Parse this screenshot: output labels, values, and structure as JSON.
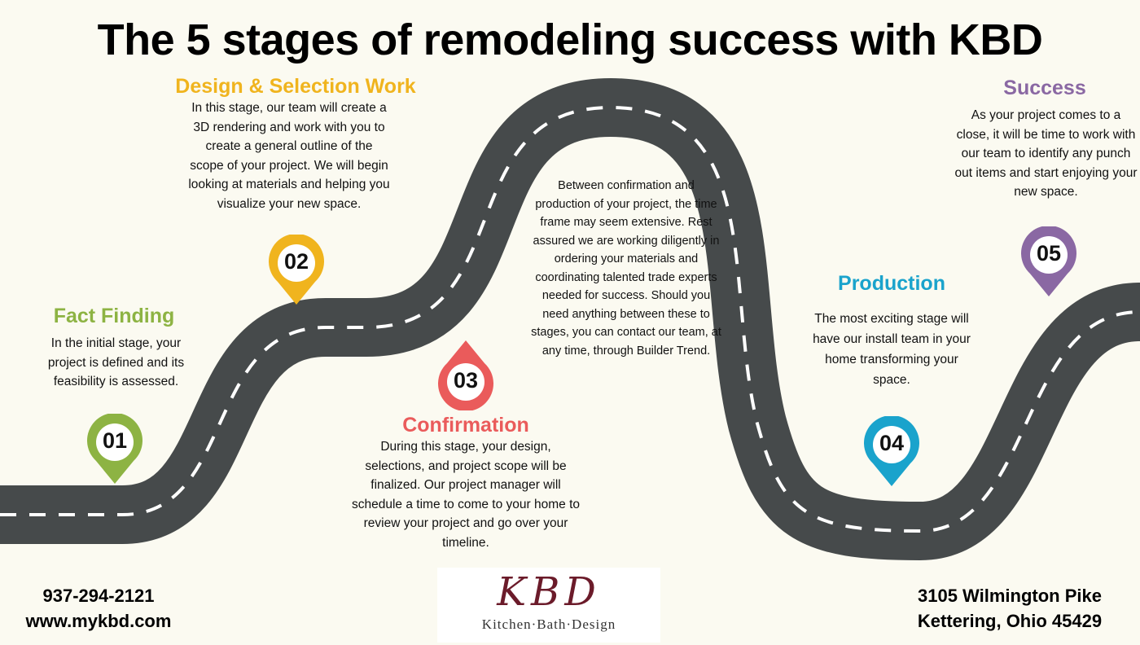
{
  "title": "The 5 stages of remodeling success with KBD",
  "stages": [
    {
      "number": "01",
      "title": "Fact Finding",
      "color": "#8db343",
      "description": "In the initial stage, your project is defined and its feasibility is assessed."
    },
    {
      "number": "02",
      "title": "Design & Selection Work",
      "color": "#f0b41e",
      "description": "In this stage, our team will create a 3D rendering and work with you to create a general outline of the scope of your project. We will begin looking at materials and helping you visualize your new space."
    },
    {
      "number": "03",
      "title": "Confirmation",
      "color": "#ea5b5b",
      "description": "During this stage, your design, selections, and project scope will be finalized. Our project manager will schedule a time to come to your home to review your project and go over your timeline."
    },
    {
      "number": "04",
      "title": "Production",
      "color": "#1aa3cc",
      "description": "The most exciting stage will have our install team in your home transforming your space."
    },
    {
      "number": "05",
      "title": "Success",
      "color": "#8a68a3",
      "description": "As your project comes to a close, it will be time to work with our team to identify any punch out items and start enjoying your new space."
    }
  ],
  "between_note": "Between confirmation and production of your project, the time frame may seem extensive. Rest assured we are working diligently in ordering your materials and  coordinating talented trade experts needed for success.  Should you need anything between these to stages, you can contact our team, at any time, through Builder Trend.",
  "contact": {
    "phone": "937-294-2121",
    "website": "www.mykbd.com"
  },
  "address": {
    "line1": "3105 Wilmington Pike",
    "line2": "Kettering, Ohio 45429"
  },
  "logo": {
    "mark": "KBD",
    "tagline": "Kitchen·Bath·Design"
  },
  "road_color": "#464a4b"
}
